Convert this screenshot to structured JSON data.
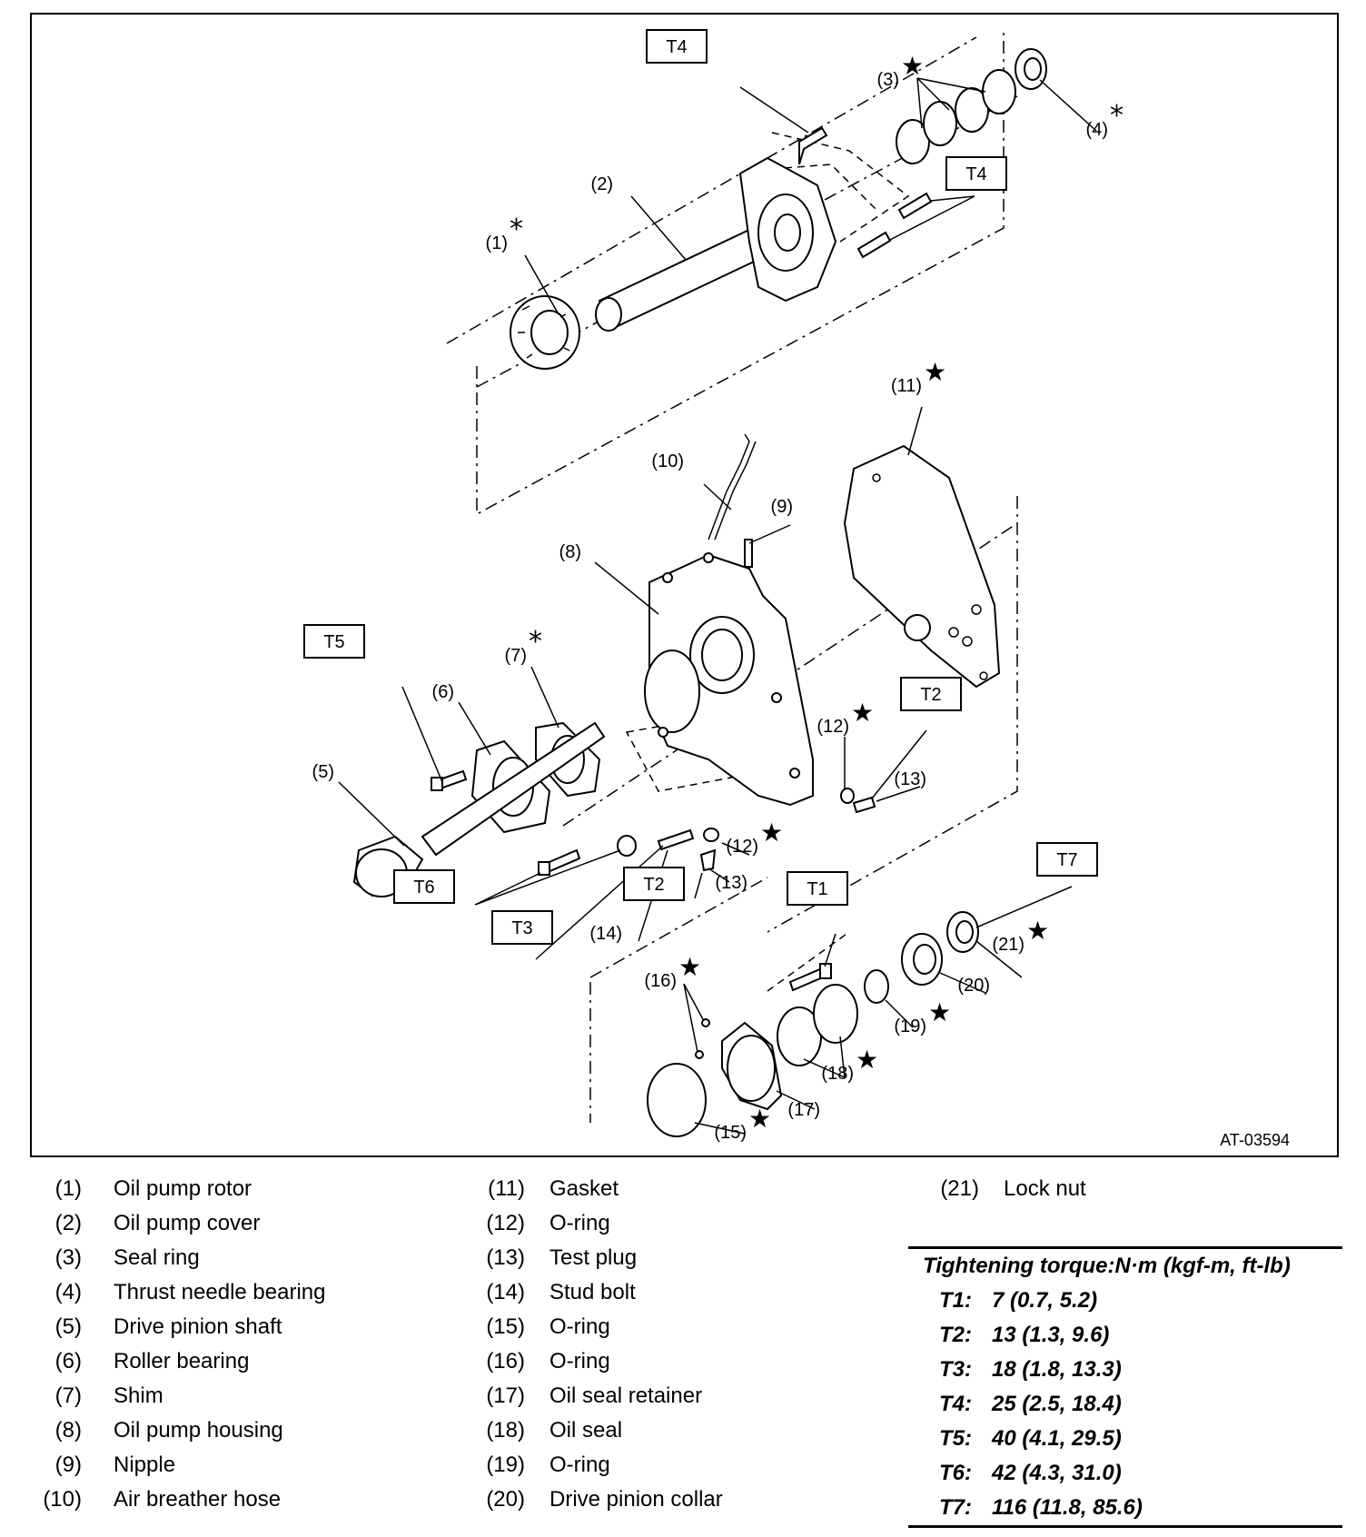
{
  "figure": {
    "figure_id": "AT-03594",
    "callouts": [
      {
        "id": "c1",
        "text": "(1)",
        "mark": "*"
      },
      {
        "id": "c2",
        "text": "(2)",
        "mark": ""
      },
      {
        "id": "c3",
        "text": "(3)",
        "mark": "★"
      },
      {
        "id": "c4",
        "text": "(4)",
        "mark": "*"
      },
      {
        "id": "c5",
        "text": "(5)",
        "mark": ""
      },
      {
        "id": "c6",
        "text": "(6)",
        "mark": ""
      },
      {
        "id": "c7",
        "text": "(7)",
        "mark": "*"
      },
      {
        "id": "c8",
        "text": "(8)",
        "mark": ""
      },
      {
        "id": "c9",
        "text": "(9)",
        "mark": ""
      },
      {
        "id": "c10",
        "text": "(10)",
        "mark": ""
      },
      {
        "id": "c11",
        "text": "(11)",
        "mark": "★"
      },
      {
        "id": "c12a",
        "text": "(12)",
        "mark": "★"
      },
      {
        "id": "c12b",
        "text": "(12)",
        "mark": "★"
      },
      {
        "id": "c13a",
        "text": "(13)",
        "mark": ""
      },
      {
        "id": "c13b",
        "text": "(13)",
        "mark": ""
      },
      {
        "id": "c14",
        "text": "(14)",
        "mark": ""
      },
      {
        "id": "c15",
        "text": "(15)",
        "mark": "★"
      },
      {
        "id": "c16",
        "text": "(16)",
        "mark": "★"
      },
      {
        "id": "c17",
        "text": "(17)",
        "mark": ""
      },
      {
        "id": "c18",
        "text": "(18)",
        "mark": "★"
      },
      {
        "id": "c19",
        "text": "(19)",
        "mark": "★"
      },
      {
        "id": "c20",
        "text": "(20)",
        "mark": ""
      },
      {
        "id": "c21",
        "text": "(21)",
        "mark": "★"
      }
    ],
    "torque_boxes": [
      {
        "id": "t4a",
        "text": "T4"
      },
      {
        "id": "t4b",
        "text": "T4"
      },
      {
        "id": "t5",
        "text": "T5"
      },
      {
        "id": "t2a",
        "text": "T2"
      },
      {
        "id": "t2b",
        "text": "T2"
      },
      {
        "id": "t6",
        "text": "T6"
      },
      {
        "id": "t3",
        "text": "T3"
      },
      {
        "id": "t1",
        "text": "T1"
      },
      {
        "id": "t7",
        "text": "T7"
      }
    ]
  },
  "legend": {
    "columns": [
      [
        {
          "num": "(1)",
          "name": "Oil pump rotor"
        },
        {
          "num": "(2)",
          "name": "Oil pump cover"
        },
        {
          "num": "(3)",
          "name": "Seal ring"
        },
        {
          "num": "(4)",
          "name": "Thrust needle bearing"
        },
        {
          "num": "(5)",
          "name": "Drive pinion shaft"
        },
        {
          "num": "(6)",
          "name": "Roller bearing"
        },
        {
          "num": "(7)",
          "name": "Shim"
        },
        {
          "num": "(8)",
          "name": "Oil pump housing"
        },
        {
          "num": "(9)",
          "name": "Nipple"
        },
        {
          "num": "(10)",
          "name": "Air breather hose"
        }
      ],
      [
        {
          "num": "(11)",
          "name": "Gasket"
        },
        {
          "num": "(12)",
          "name": "O-ring"
        },
        {
          "num": "(13)",
          "name": "Test plug"
        },
        {
          "num": "(14)",
          "name": "Stud bolt"
        },
        {
          "num": "(15)",
          "name": "O-ring"
        },
        {
          "num": "(16)",
          "name": "O-ring"
        },
        {
          "num": "(17)",
          "name": "Oil seal retainer"
        },
        {
          "num": "(18)",
          "name": "Oil seal"
        },
        {
          "num": "(19)",
          "name": "O-ring"
        },
        {
          "num": "(20)",
          "name": "Drive pinion collar"
        }
      ],
      [
        {
          "num": "(21)",
          "name": "Lock nut"
        }
      ]
    ],
    "torque": {
      "heading": "Tightening torque:N·m (kgf-m, ft-lb)",
      "rows": [
        {
          "key": "T1:",
          "value": "7 (0.7, 5.2)"
        },
        {
          "key": "T2:",
          "value": "13 (1.3, 9.6)"
        },
        {
          "key": "T3:",
          "value": "18 (1.8, 13.3)"
        },
        {
          "key": "T4:",
          "value": "25 (2.5, 18.4)"
        },
        {
          "key": "T5:",
          "value": "40 (4.1, 29.5)"
        },
        {
          "key": "T6:",
          "value": "42 (4.3, 31.0)"
        },
        {
          "key": "T7:",
          "value": "116 (11.8, 85.6)"
        }
      ]
    }
  }
}
